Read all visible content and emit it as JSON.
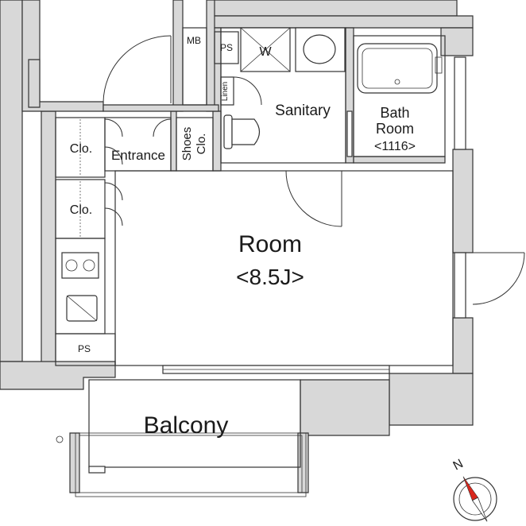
{
  "rooms": {
    "main_name": "Room",
    "main_size": "<8.5J>",
    "sanitary": "Sanitary",
    "bath_line1": "Bath",
    "bath_line2": "Room",
    "bath_size": "<1116>",
    "entrance": "Entrance",
    "shoes_line1": "Shoes",
    "shoes_line2": "Clo.",
    "closet_upper": "Clo.",
    "closet_lower": "Clo.",
    "balcony": "Balcony",
    "mb": "MB",
    "ps_top": "PS",
    "ps_bottom": "PS",
    "linen": "Linen",
    "washer": "W"
  },
  "compass": {
    "north_label": "N"
  }
}
